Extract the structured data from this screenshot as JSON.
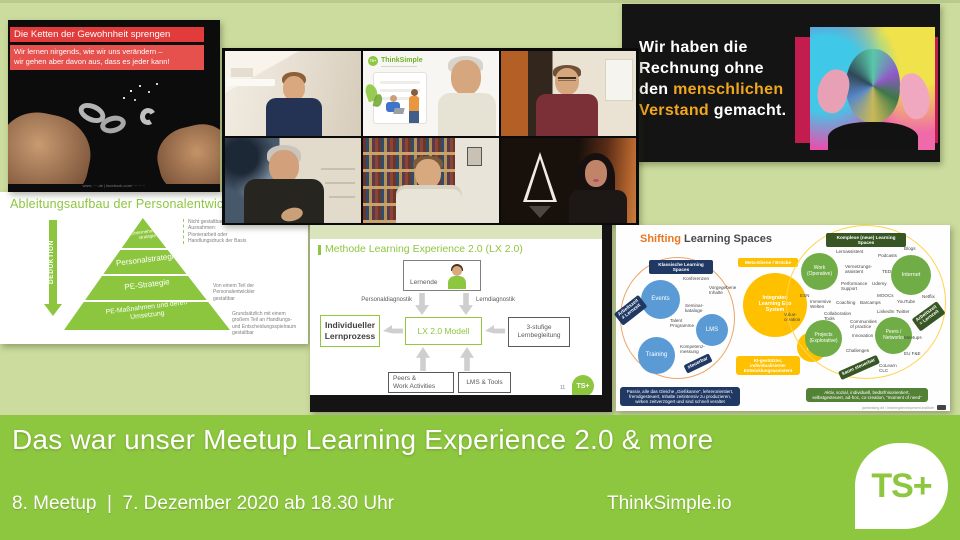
{
  "palette": {
    "page_bg": "#ccdc9e",
    "brand_green": "#8dc63f",
    "banner_red": "#e23b3b",
    "highlight_yellow": "#f0a71d",
    "navy": "#1f3864",
    "dark_green": "#375623",
    "chart_blue": "#5b9bd5",
    "chart_yellow": "#ffc000",
    "chart_green": "#70ad47",
    "accent_orange": "#e87722"
  },
  "footer": {
    "title": "Das war unser Meetup Learning Experience 2.0 & more",
    "event_info": "8. Meetup  |  7. Dezember 2020 ab 18.30 Uhr",
    "website": "ThinkSimple.io",
    "logo": "TS+"
  },
  "chains": {
    "title": "Die Ketten der Gewohnheit sprengen",
    "subtitle": "Wir lernen nirgends, wie wir uns verändern –\nwir gehen aber davon aus, dass es jeder kann!",
    "caption": "www.····.de  |  facebook.com/··········"
  },
  "mindset": {
    "line1": "Wir haben die",
    "line2": "Rechnung ohne",
    "line3_white": "den ",
    "line3_yellow": "menschlichen",
    "line4_yellow": "Verstand",
    "line4_white": " gemacht."
  },
  "pyramid": {
    "title": "Ableitungsaufbau der Personalentwicklung",
    "axis_label": "DEDUKTION",
    "levels": [
      "Unternehmens-\nstrategie",
      "Personalstrategie",
      "PE-Strategie",
      "PE-Maßnahmen und deren\nUmsetzung"
    ],
    "annotation_top": "Nicht gestaltbar\nAusnahmen:\nPionierarbeit oder\nHandlungsdruck der Basis",
    "annotation_mid": "Von einem Teil der\nPersonalentwickler\ngestaltbar",
    "annotation_bottom": "Grundsätzlich mit einem\ngroßem Teil an Handlungs-\nund Entscheidungsspielraum\ngestaltbar"
  },
  "videocall": {
    "share": {
      "badge": "TS+",
      "name": "ThinkSimple"
    }
  },
  "lx": {
    "title": "Methode Learning Experience 2.0 (LX 2.0)",
    "lernende": "Lernende",
    "diag_left": "Personaldiagnostik",
    "diag_right": "Lerndiagnostik",
    "model": "LX 2.0 Modell",
    "process": "Individueller\nLernprozess",
    "support": "3-stufige\nLernbegleitung",
    "peers": "Peers &\nWork Activities",
    "lms": "LMS & Tools",
    "page": "11",
    "logo": "TS+"
  },
  "shift": {
    "title_accent": "Shifting",
    "title_rest": " Learning Spaces",
    "left": {
      "header": "Klassische Learning Spaces",
      "circles": [
        "Events",
        "LMS",
        "Training"
      ],
      "labels": [
        "Konferenzen",
        "Vorgegebene\nInhalte",
        "Seminar-\nkataloge",
        "Talent\nProgramme",
        "Kompetenz-\nmessung"
      ],
      "badge_time": "Arbeitszeit\n≠ Lernzeit",
      "badge_control": "steuerbar",
      "summary": "Passiv, alle das Gleiche „Gießkanne“, lehrerorientiert,\nfremdgesteuert, Inhalte zeitintensiv zu produzieren,\nwirken zeitverzögert und sind schnell veraltet"
    },
    "mid": {
      "header": "Meta-Ebene / Brücke",
      "eco": "Integrated\nLearning Eco\nSystem",
      "user": "User\nData",
      "badge": "KI-gestützter,\nindividualisierter\nEntwicklungsassistent",
      "labels": [
        "ESN",
        "Immersive\nWelten",
        "Value-\ncreation"
      ]
    },
    "right": {
      "header": "Komplexe (neue) Learning Spaces",
      "circles": [
        "Work\n(Operative)",
        "Internet",
        "Projects\n(Explorative)",
        "Peers /\nNetworks"
      ],
      "labels": [
        "Lernassistent",
        "Vernetzungs-\nassistent",
        "Performance\nSupport",
        "Coaching",
        "Barcamps",
        "Collaboration\nTools",
        "Communities\nof practice",
        "Innovation",
        "Challenges",
        "Blogs",
        "Podcasts",
        "TED",
        "Udemy",
        "MOOCs",
        "YouTube",
        "Netflix",
        "LinkedIn",
        "Twitter",
        "Meetups",
        "EU F&E",
        "CoLearn\nCLC"
      ],
      "badge_time": "Arbeitszeit\n= Lernzeit",
      "badge_control": "kaum steuerbar",
      "summary": "Aktiv, sozial, individuell, bedürfnisorientiert,\nselbstgesteuert, ad-hoc, co-creation, “moment of need”",
      "credit": "janfoelsing.de / learningdevelopment.institute"
    }
  }
}
